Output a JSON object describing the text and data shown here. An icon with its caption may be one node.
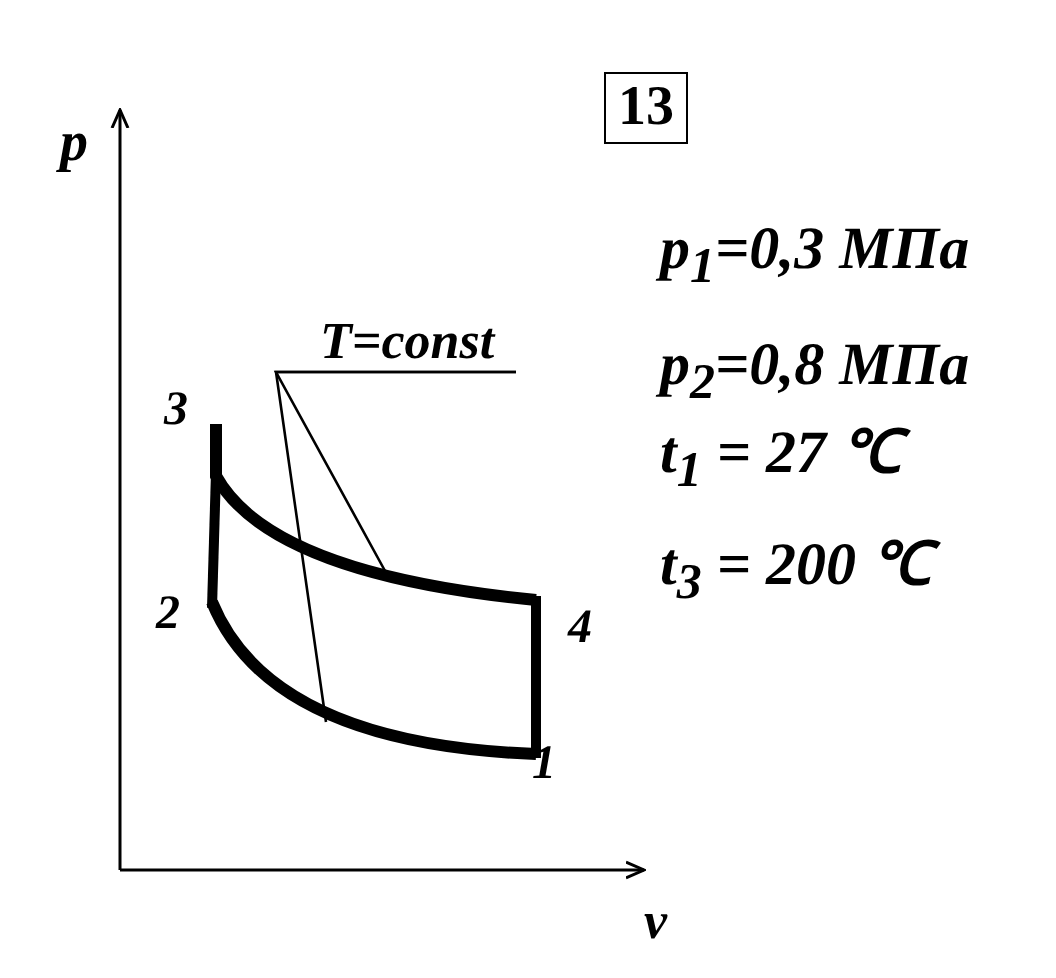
{
  "diagram": {
    "nodes": [
      {
        "text": [
          "T=const"
        ]
      },
      {
        "text": [],
        "shape": "curve"
      },
      {
        "text": [],
        "shape": "curve"
      }
    ],
    "edges": [
      {
        "from": 0,
        "to": 1,
        "arrow": "none"
      },
      {
        "from": 0,
        "to": 2,
        "arrow": "none"
      },
      {
        "from": 1,
        "to": 2,
        "arrow": "none",
        "style": "thick"
      },
      {
        "from": 1,
        "to": 2,
        "arrow": "none",
        "style": "thick"
      }
    ],
    "labels": [
      "13",
      "p",
      "3",
      "2",
      "4",
      "1",
      "v",
      "p$_{1}$=0,3 МПа",
      "p$_{2}$=0,8 МПа",
      "t$_{1}$ = 27 ℃",
      "t$_{3}$ = 200 ℃"
    ]
  }
}
